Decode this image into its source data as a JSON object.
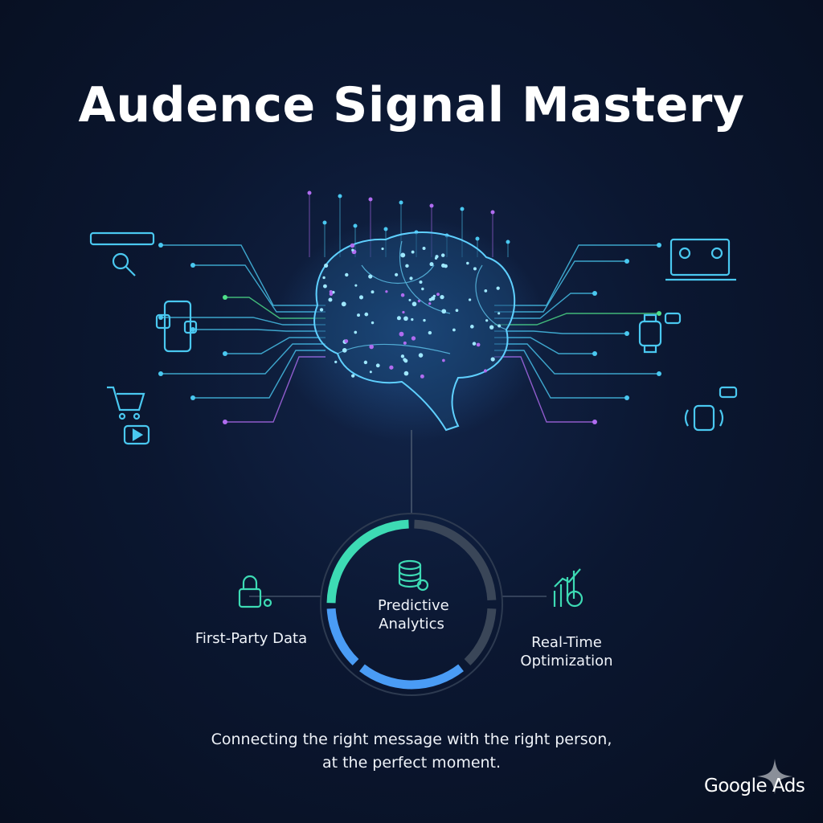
{
  "title": "Audence Signal Mastery",
  "hub": {
    "line1": "Predictive",
    "line2": "Analytics"
  },
  "pillars": [
    {
      "label": "First-Party Data",
      "icon": "lock-icon"
    },
    {
      "label_line1": "Real-Time",
      "label_line2": "Optimization",
      "icon": "chart-clock-icon"
    }
  ],
  "tagline": {
    "line1": "Connecting the right message with the right person,",
    "line2": "at the perfect moment."
  },
  "logo": "Google Ads",
  "colors": {
    "teal": "#3ddbb4",
    "blue": "#4a9cf5",
    "gray": "#3a4658",
    "purple": "#b06cf0",
    "green": "#4fe08a",
    "cyan": "#4ac8f0"
  }
}
